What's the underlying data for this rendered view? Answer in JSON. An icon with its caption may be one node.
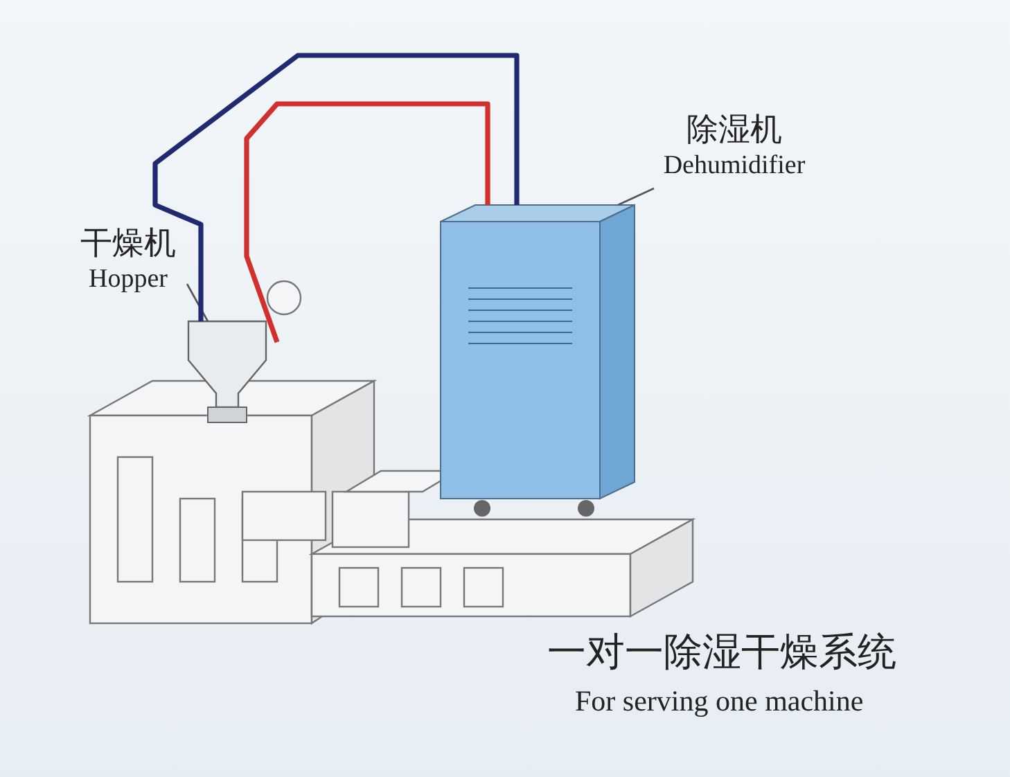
{
  "diagram": {
    "nodes": [
      {
        "text": [
          "干燥机",
          "Hopper"
        ]
      },
      {
        "text": [],
        "shape": "picture"
      },
      {
        "text": [
          "除湿机",
          "Dehumidifier"
        ]
      },
      {
        "text": [],
        "shape": "picture"
      }
    ],
    "edges": [
      {
        "from": 0,
        "to": 1,
        "arrow": "none"
      },
      {
        "from": 2,
        "to": 3,
        "arrow": "none"
      },
      {
        "from": 3,
        "to": 1,
        "arrow": "none",
        "style": "thick",
        "color": "#1f2a72"
      },
      {
        "from": 3,
        "to": 1,
        "arrow": "none",
        "style": "thick",
        "color": "#d2302c"
      }
    ],
    "labels": [
      "一对一除湿干燥系统",
      "For serving one machine"
    ]
  }
}
